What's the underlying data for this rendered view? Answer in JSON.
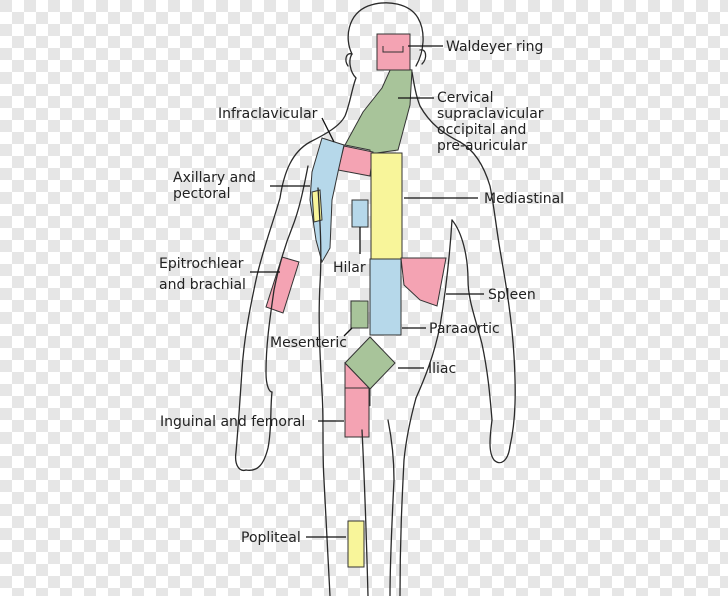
{
  "colors": {
    "checker_light": "#ffffff",
    "checker_dark": "#e6e6e6",
    "pink": "#f4a3b3",
    "green": "#a8c49a",
    "yellow": "#f8f59a",
    "blue": "#b6d8ea"
  },
  "labels": {
    "waldeyer": "Waldeyer ring",
    "cervical": [
      "Cervical",
      "supraclavicular",
      "occipital and",
      "pre-auricular"
    ],
    "infraclavicular": "Infraclavicular",
    "axillary": [
      "Axillary and",
      "pectoral"
    ],
    "mediastinal": "Mediastinal",
    "hilar": "Hilar",
    "epitrochlear": [
      "Epitrochlear",
      "and brachial"
    ],
    "spleen": "Spleen",
    "paraaortic": "Paraaortic",
    "mesenteric": "Mesenteric",
    "iliac": "Iliac",
    "inguinal": "Inguinal and femoral",
    "popliteal": "Popliteal"
  }
}
